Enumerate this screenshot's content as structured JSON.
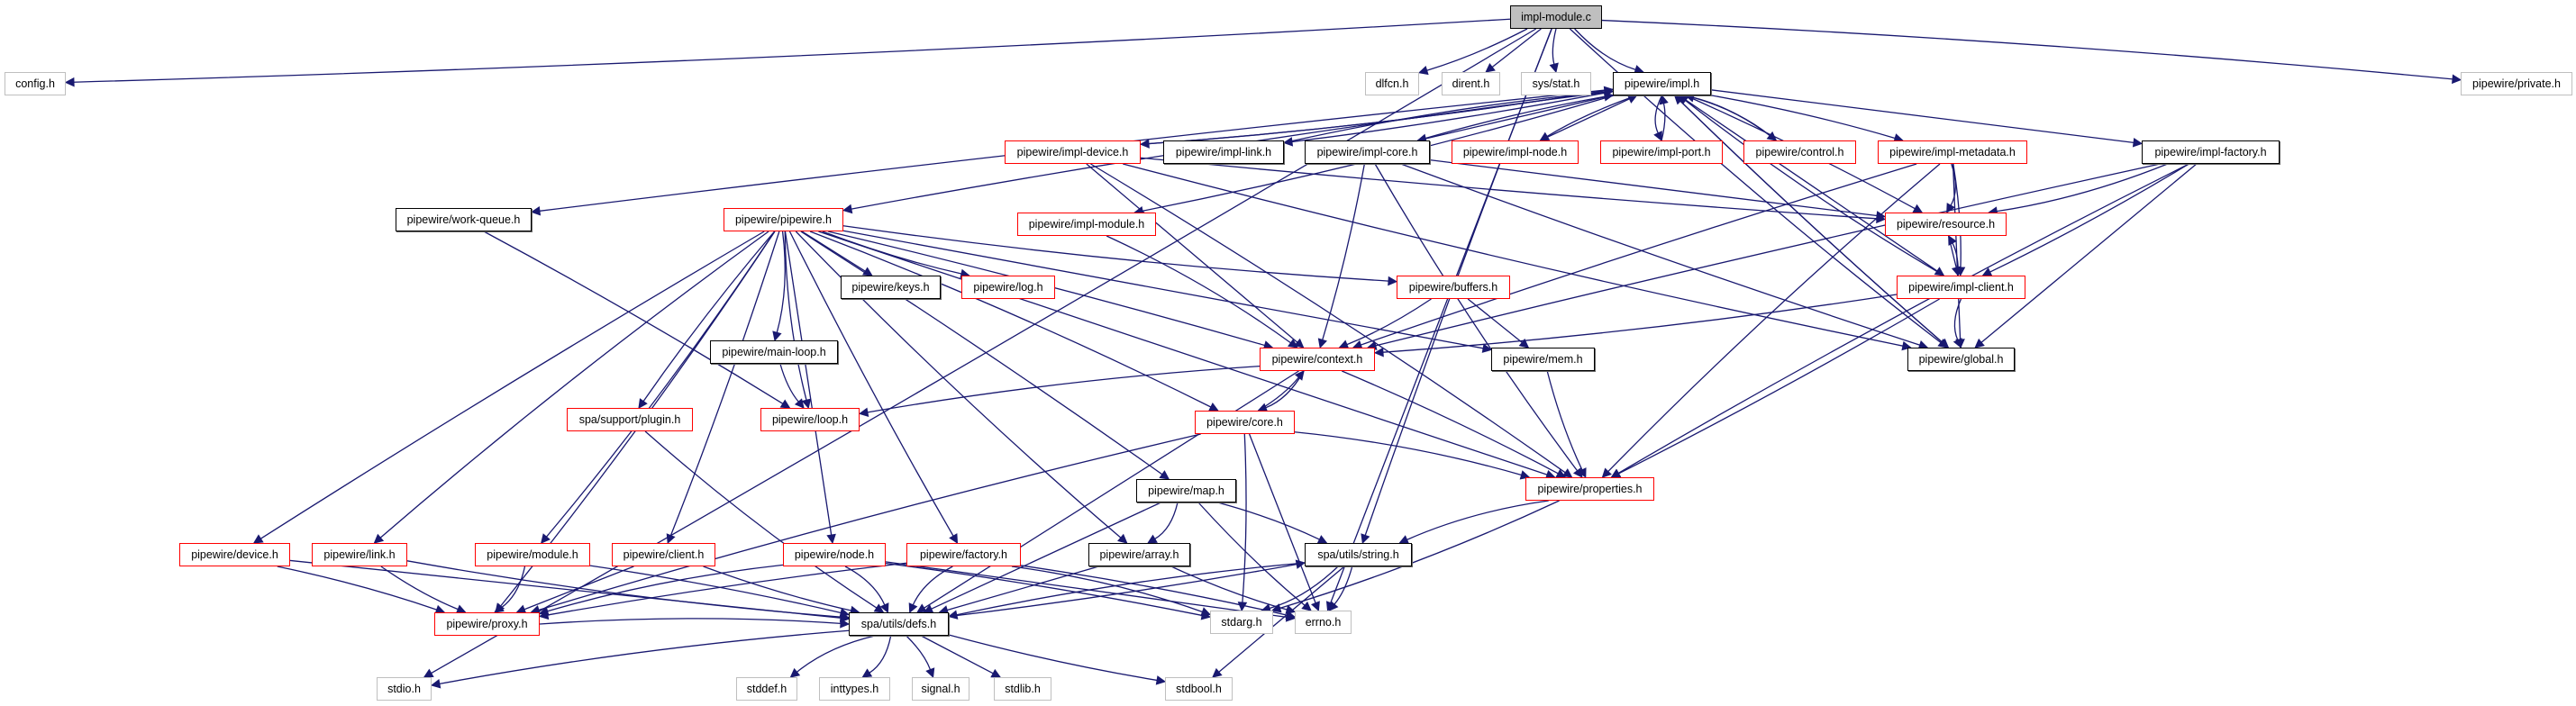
{
  "diagram": {
    "title": "impl-module.c",
    "type": "include dependency graph",
    "colors": {
      "edge": "#191970",
      "root_fill": "#bfbfbf",
      "documented_border": "#000000",
      "truncated_border": "#ff0000",
      "undocumented_border": "#bfbfbf"
    },
    "nodes": [
      {
        "id": "impl_module_c",
        "label": "impl-module.c",
        "style": "root"
      },
      {
        "id": "config_h",
        "label": "config.h",
        "style": "gray"
      },
      {
        "id": "dlfcn_h",
        "label": "dlfcn.h",
        "style": "gray"
      },
      {
        "id": "dirent_h",
        "label": "dirent.h",
        "style": "gray"
      },
      {
        "id": "sys_stat_h",
        "label": "sys/stat.h",
        "style": "gray"
      },
      {
        "id": "impl_h",
        "label": "pipewire/impl.h",
        "style": "black"
      },
      {
        "id": "private_h",
        "label": "pipewire/private.h",
        "style": "gray"
      },
      {
        "id": "impl_device_h",
        "label": "pipewire/impl-device.h",
        "style": "red"
      },
      {
        "id": "impl_link_h",
        "label": "pipewire/impl-link.h",
        "style": "black"
      },
      {
        "id": "impl_core_h",
        "label": "pipewire/impl-core.h",
        "style": "black"
      },
      {
        "id": "impl_node_h",
        "label": "pipewire/impl-node.h",
        "style": "red"
      },
      {
        "id": "impl_port_h",
        "label": "pipewire/impl-port.h",
        "style": "red"
      },
      {
        "id": "control_h",
        "label": "pipewire/control.h",
        "style": "red"
      },
      {
        "id": "impl_metadata_h",
        "label": "pipewire/impl-metadata.h",
        "style": "red"
      },
      {
        "id": "impl_factory_h",
        "label": "pipewire/impl-factory.h",
        "style": "black"
      },
      {
        "id": "work_queue_h",
        "label": "pipewire/work-queue.h",
        "style": "black"
      },
      {
        "id": "pipewire_h",
        "label": "pipewire/pipewire.h",
        "style": "red"
      },
      {
        "id": "impl_module_h",
        "label": "pipewire/impl-module.h",
        "style": "red"
      },
      {
        "id": "resource_h",
        "label": "pipewire/resource.h",
        "style": "red"
      },
      {
        "id": "keys_h",
        "label": "pipewire/keys.h",
        "style": "black"
      },
      {
        "id": "log_h",
        "label": "pipewire/log.h",
        "style": "red"
      },
      {
        "id": "buffers_h",
        "label": "pipewire/buffers.h",
        "style": "red"
      },
      {
        "id": "impl_client_h",
        "label": "pipewire/impl-client.h",
        "style": "red"
      },
      {
        "id": "main_loop_h",
        "label": "pipewire/main-loop.h",
        "style": "black"
      },
      {
        "id": "context_h",
        "label": "pipewire/context.h",
        "style": "red"
      },
      {
        "id": "mem_h",
        "label": "pipewire/mem.h",
        "style": "black"
      },
      {
        "id": "global_h",
        "label": "pipewire/global.h",
        "style": "black"
      },
      {
        "id": "plugin_h",
        "label": "spa/support/plugin.h",
        "style": "red"
      },
      {
        "id": "loop_h",
        "label": "pipewire/loop.h",
        "style": "red"
      },
      {
        "id": "core_h",
        "label": "pipewire/core.h",
        "style": "red"
      },
      {
        "id": "map_h",
        "label": "pipewire/map.h",
        "style": "black"
      },
      {
        "id": "properties_h",
        "label": "pipewire/properties.h",
        "style": "red"
      },
      {
        "id": "device_h",
        "label": "pipewire/device.h",
        "style": "red"
      },
      {
        "id": "link_h",
        "label": "pipewire/link.h",
        "style": "red"
      },
      {
        "id": "module_h",
        "label": "pipewire/module.h",
        "style": "red"
      },
      {
        "id": "client_h",
        "label": "pipewire/client.h",
        "style": "red"
      },
      {
        "id": "node_h",
        "label": "pipewire/node.h",
        "style": "red"
      },
      {
        "id": "factory_h",
        "label": "pipewire/factory.h",
        "style": "red"
      },
      {
        "id": "array_h",
        "label": "pipewire/array.h",
        "style": "black"
      },
      {
        "id": "string_h",
        "label": "spa/utils/string.h",
        "style": "black"
      },
      {
        "id": "proxy_h",
        "label": "pipewire/proxy.h",
        "style": "red"
      },
      {
        "id": "defs_h",
        "label": "spa/utils/defs.h",
        "style": "black"
      },
      {
        "id": "stdarg_h",
        "label": "stdarg.h",
        "style": "gray"
      },
      {
        "id": "errno_h",
        "label": "errno.h",
        "style": "gray"
      },
      {
        "id": "stdio_h",
        "label": "stdio.h",
        "style": "gray"
      },
      {
        "id": "stddef_h",
        "label": "stddef.h",
        "style": "gray"
      },
      {
        "id": "inttypes_h",
        "label": "inttypes.h",
        "style": "gray"
      },
      {
        "id": "signal_h",
        "label": "signal.h",
        "style": "gray"
      },
      {
        "id": "stdlib_h",
        "label": "stdlib.h",
        "style": "gray"
      },
      {
        "id": "stdbool_h",
        "label": "stdbool.h",
        "style": "gray"
      }
    ],
    "edges": [
      [
        "impl_module_c",
        "config_h"
      ],
      [
        "impl_module_c",
        "dlfcn_h"
      ],
      [
        "impl_module_c",
        "dirent_h"
      ],
      [
        "impl_module_c",
        "sys_stat_h"
      ],
      [
        "impl_module_c",
        "impl_h"
      ],
      [
        "impl_module_c",
        "private_h"
      ],
      [
        "impl_module_c",
        "stdio_h"
      ],
      [
        "impl_module_c",
        "errno_h"
      ],
      [
        "impl_module_c",
        "string_h"
      ],
      [
        "impl_module_c",
        "global_h"
      ],
      [
        "impl_h",
        "impl_device_h"
      ],
      [
        "impl_h",
        "impl_link_h"
      ],
      [
        "impl_h",
        "impl_core_h"
      ],
      [
        "impl_h",
        "impl_node_h"
      ],
      [
        "impl_h",
        "impl_port_h"
      ],
      [
        "impl_h",
        "control_h"
      ],
      [
        "impl_h",
        "impl_metadata_h"
      ],
      [
        "impl_h",
        "impl_factory_h"
      ],
      [
        "impl_h",
        "work_queue_h"
      ],
      [
        "impl_h",
        "pipewire_h"
      ],
      [
        "impl_h",
        "impl_module_h"
      ],
      [
        "impl_h",
        "resource_h"
      ],
      [
        "impl_h",
        "impl_client_h"
      ],
      [
        "impl_h",
        "global_h"
      ],
      [
        "impl_device_h",
        "impl_h"
      ],
      [
        "impl_link_h",
        "impl_h"
      ],
      [
        "impl_core_h",
        "impl_h"
      ],
      [
        "impl_node_h",
        "impl_h"
      ],
      [
        "impl_port_h",
        "impl_h"
      ],
      [
        "control_h",
        "impl_h"
      ],
      [
        "impl_client_h",
        "impl_h"
      ],
      [
        "global_h",
        "impl_h"
      ],
      [
        "impl_device_h",
        "context_h"
      ],
      [
        "impl_device_h",
        "resource_h"
      ],
      [
        "impl_device_h",
        "global_h"
      ],
      [
        "impl_device_h",
        "properties_h"
      ],
      [
        "impl_core_h",
        "context_h"
      ],
      [
        "impl_core_h",
        "resource_h"
      ],
      [
        "impl_core_h",
        "global_h"
      ],
      [
        "impl_core_h",
        "properties_h"
      ],
      [
        "impl_metadata_h",
        "resource_h"
      ],
      [
        "impl_metadata_h",
        "impl_client_h"
      ],
      [
        "impl_metadata_h",
        "global_h"
      ],
      [
        "impl_metadata_h",
        "context_h"
      ],
      [
        "impl_metadata_h",
        "properties_h"
      ],
      [
        "impl_factory_h",
        "resource_h"
      ],
      [
        "impl_factory_h",
        "impl_client_h"
      ],
      [
        "impl_factory_h",
        "global_h"
      ],
      [
        "impl_factory_h",
        "context_h"
      ],
      [
        "impl_factory_h",
        "properties_h"
      ],
      [
        "impl_module_h",
        "context_h"
      ],
      [
        "work_queue_h",
        "loop_h"
      ],
      [
        "resource_h",
        "impl_client_h"
      ],
      [
        "impl_client_h",
        "resource_h"
      ],
      [
        "impl_client_h",
        "global_h"
      ],
      [
        "impl_client_h",
        "context_h"
      ],
      [
        "impl_client_h",
        "properties_h"
      ],
      [
        "pipewire_h",
        "keys_h"
      ],
      [
        "pipewire_h",
        "log_h"
      ],
      [
        "pipewire_h",
        "buffers_h"
      ],
      [
        "pipewire_h",
        "main_loop_h"
      ],
      [
        "pipewire_h",
        "context_h"
      ],
      [
        "pipewire_h",
        "mem_h"
      ],
      [
        "pipewire_h",
        "plugin_h"
      ],
      [
        "pipewire_h",
        "loop_h"
      ],
      [
        "pipewire_h",
        "core_h"
      ],
      [
        "pipewire_h",
        "map_h"
      ],
      [
        "pipewire_h",
        "properties_h"
      ],
      [
        "pipewire_h",
        "device_h"
      ],
      [
        "pipewire_h",
        "link_h"
      ],
      [
        "pipewire_h",
        "module_h"
      ],
      [
        "pipewire_h",
        "client_h"
      ],
      [
        "pipewire_h",
        "node_h"
      ],
      [
        "pipewire_h",
        "factory_h"
      ],
      [
        "pipewire_h",
        "array_h"
      ],
      [
        "pipewire_h",
        "proxy_h"
      ],
      [
        "buffers_h",
        "context_h"
      ],
      [
        "buffers_h",
        "mem_h"
      ],
      [
        "main_loop_h",
        "loop_h"
      ],
      [
        "context_h",
        "loop_h"
      ],
      [
        "context_h",
        "core_h"
      ],
      [
        "context_h",
        "properties_h"
      ],
      [
        "context_h",
        "defs_h"
      ],
      [
        "core_h",
        "context_h"
      ],
      [
        "core_h",
        "proxy_h"
      ],
      [
        "core_h",
        "properties_h"
      ],
      [
        "core_h",
        "stdarg_h"
      ],
      [
        "core_h",
        "errno_h"
      ],
      [
        "mem_h",
        "properties_h"
      ],
      [
        "plugin_h",
        "defs_h"
      ],
      [
        "map_h",
        "array_h"
      ],
      [
        "map_h",
        "string_h"
      ],
      [
        "map_h",
        "defs_h"
      ],
      [
        "map_h",
        "errno_h"
      ],
      [
        "properties_h",
        "string_h"
      ],
      [
        "properties_h",
        "stdarg_h"
      ],
      [
        "device_h",
        "proxy_h"
      ],
      [
        "device_h",
        "defs_h"
      ],
      [
        "link_h",
        "proxy_h"
      ],
      [
        "link_h",
        "defs_h"
      ],
      [
        "module_h",
        "proxy_h"
      ],
      [
        "module_h",
        "defs_h"
      ],
      [
        "client_h",
        "proxy_h"
      ],
      [
        "client_h",
        "defs_h"
      ],
      [
        "node_h",
        "proxy_h"
      ],
      [
        "node_h",
        "defs_h"
      ],
      [
        "node_h",
        "stdarg_h"
      ],
      [
        "node_h",
        "errno_h"
      ],
      [
        "factory_h",
        "proxy_h"
      ],
      [
        "factory_h",
        "defs_h"
      ],
      [
        "factory_h",
        "stdarg_h"
      ],
      [
        "factory_h",
        "errno_h"
      ],
      [
        "array_h",
        "defs_h"
      ],
      [
        "array_h",
        "errno_h"
      ],
      [
        "string_h",
        "defs_h"
      ],
      [
        "string_h",
        "stdarg_h"
      ],
      [
        "string_h",
        "errno_h"
      ],
      [
        "string_h",
        "stdbool_h"
      ],
      [
        "defs_h",
        "string_h"
      ],
      [
        "defs_h",
        "stddef_h"
      ],
      [
        "defs_h",
        "inttypes_h"
      ],
      [
        "defs_h",
        "signal_h"
      ],
      [
        "defs_h",
        "stdlib_h"
      ],
      [
        "defs_h",
        "stdbool_h"
      ],
      [
        "defs_h",
        "stdio_h"
      ],
      [
        "proxy_h",
        "defs_h"
      ]
    ]
  }
}
